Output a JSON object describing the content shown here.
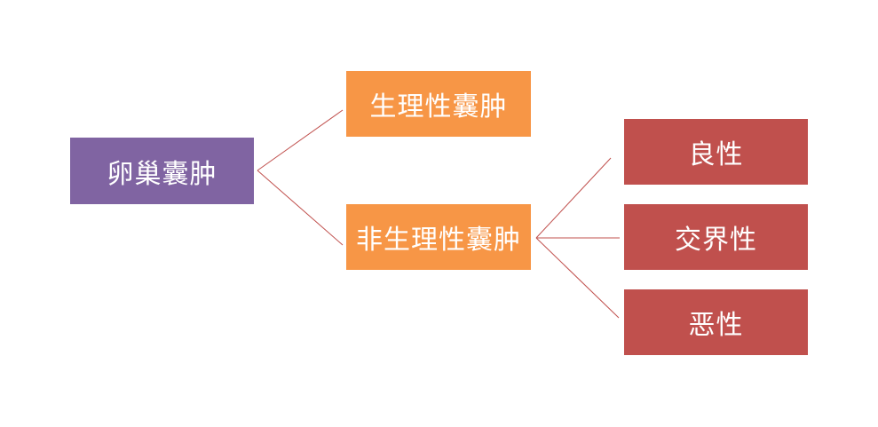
{
  "colors": {
    "root": "#8064a2",
    "middle": "#f79646",
    "leaf": "#c0504d",
    "connector": "#c0504d"
  },
  "root": {
    "label": "卵巢囊肿"
  },
  "middle": [
    {
      "label": "生理性囊肿"
    },
    {
      "label": "非生理性囊肿"
    }
  ],
  "leaves": [
    {
      "label": "良性"
    },
    {
      "label": "交界性"
    },
    {
      "label": "恶性"
    }
  ]
}
